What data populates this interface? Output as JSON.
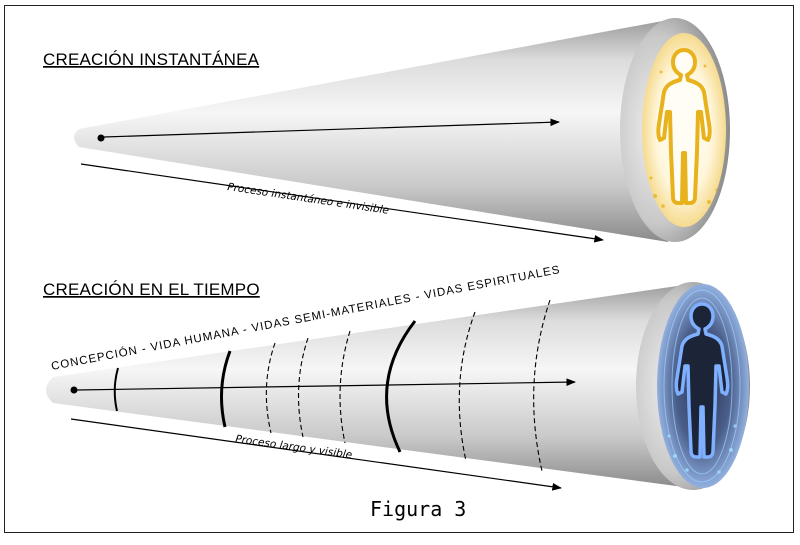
{
  "top": {
    "title": "CREACIÓN INSTANTÁNEA",
    "caption": "Proceso instantáneo e invisible"
  },
  "bottom": {
    "title": "CREACIÓN EN EL TIEMPO",
    "stages": "CONCEPCIÓN - VIDA HUMANA - VIDAS SEMI-MATERIALES - VIDAS ESPIRITUALES",
    "caption": "Proceso largo y visible"
  },
  "figure_label": "Figura 3",
  "colors": {
    "cone_light": "#f4f4f4",
    "cone_dark": "#8e8e8e",
    "golden_aura": "#e8b21c",
    "blue_aura": "#7fb0ff"
  }
}
